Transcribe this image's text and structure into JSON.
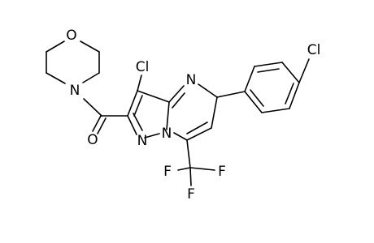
{
  "atoms": {
    "o_ring": "O",
    "n_morpholine": "N",
    "o_carbonyl": "O",
    "cl_3": "Cl",
    "n_ring_top": "N",
    "n_pyrazole": "N",
    "n_bridge": "N",
    "cl_aryl": "Cl",
    "f_left": "F",
    "f_right": "F",
    "f_bottom": "F"
  }
}
